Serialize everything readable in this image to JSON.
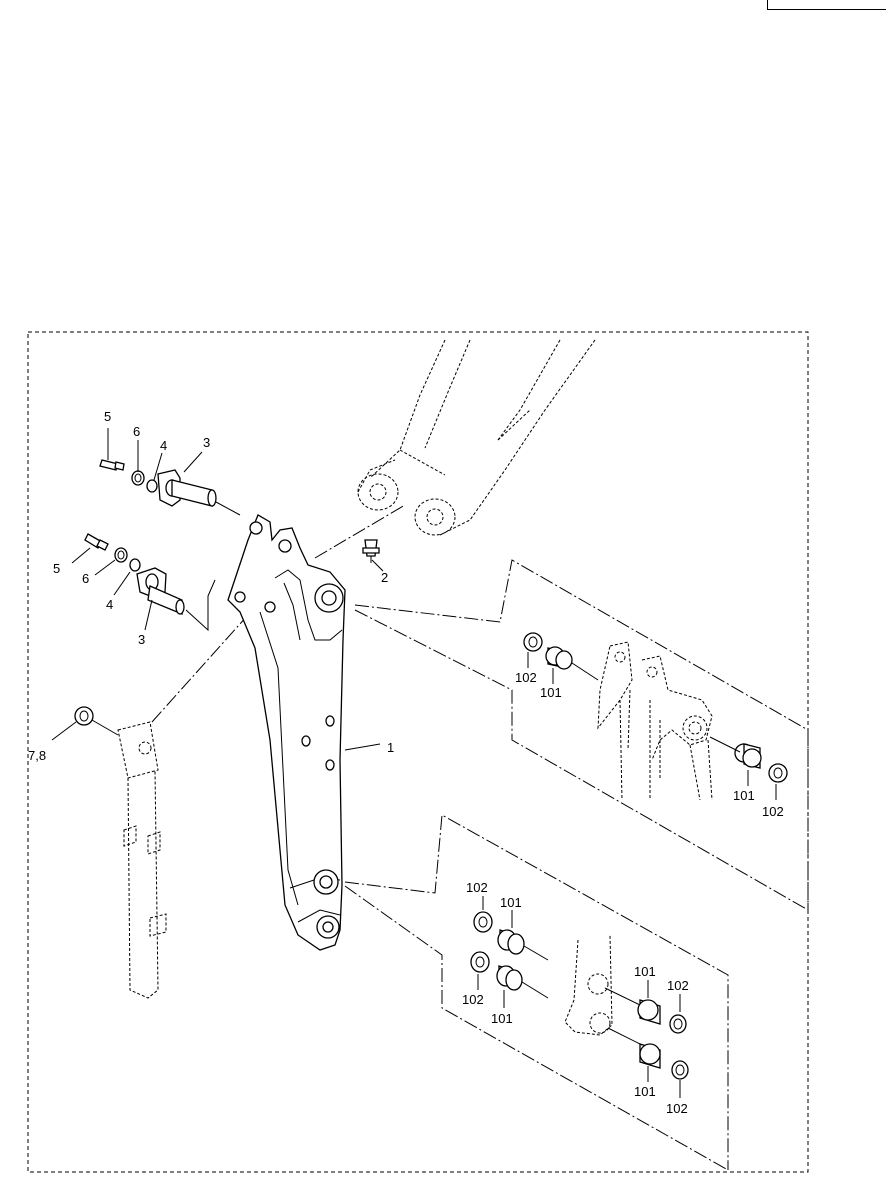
{
  "page_code": "",
  "callouts": {
    "arm": "1",
    "grease_fitting": "2",
    "pin_top": "3",
    "pin_lower": "3",
    "pin_stopper_top": "4",
    "pin_stopper_lower": "4",
    "bolt_top": "5",
    "bolt_lower": "5",
    "washer_top": "6",
    "washer_lower": "6",
    "shim": "7,8",
    "bushing_upper_left": "101",
    "bushing_upper_right": "101",
    "bushing_lower_1": "101",
    "bushing_lower_2": "101",
    "bushing_lower_3": "101",
    "bushing_lower_4": "101",
    "seal_upper_left": "102",
    "seal_upper_right": "102",
    "seal_lower_1": "102",
    "seal_lower_2": "102",
    "seal_lower_3": "102",
    "seal_lower_4": "102"
  }
}
